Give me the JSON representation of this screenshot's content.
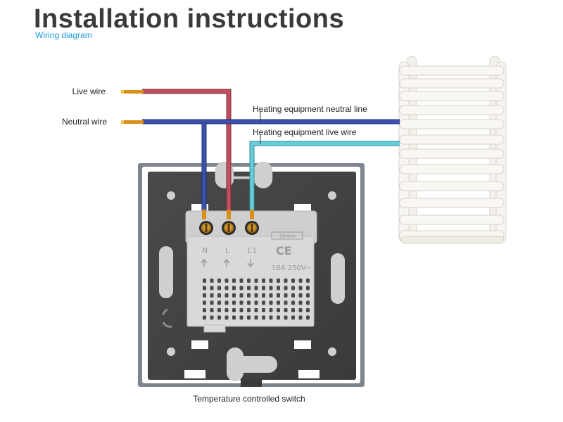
{
  "header": {
    "title": "Installation instructions",
    "subtitle": "Wiring diagram"
  },
  "labels": {
    "live_wire": "Live wire",
    "neutral_wire": "Neutral wire",
    "heating_neutral": "Heating equipment neutral line",
    "heating_live": "Heating equipment live wire",
    "switch_caption": "Temperature controlled switch"
  },
  "terminals": {
    "n": "N",
    "l": "L",
    "l1": "L1"
  },
  "markings": {
    "ce": "CE",
    "rating": "16A 250V~",
    "strip_length": "10mm"
  },
  "colors": {
    "live": "#b5485a",
    "neutral": "#3a4fa8",
    "heating_live": "#5cc4d0",
    "accent": "#1e9be0"
  }
}
